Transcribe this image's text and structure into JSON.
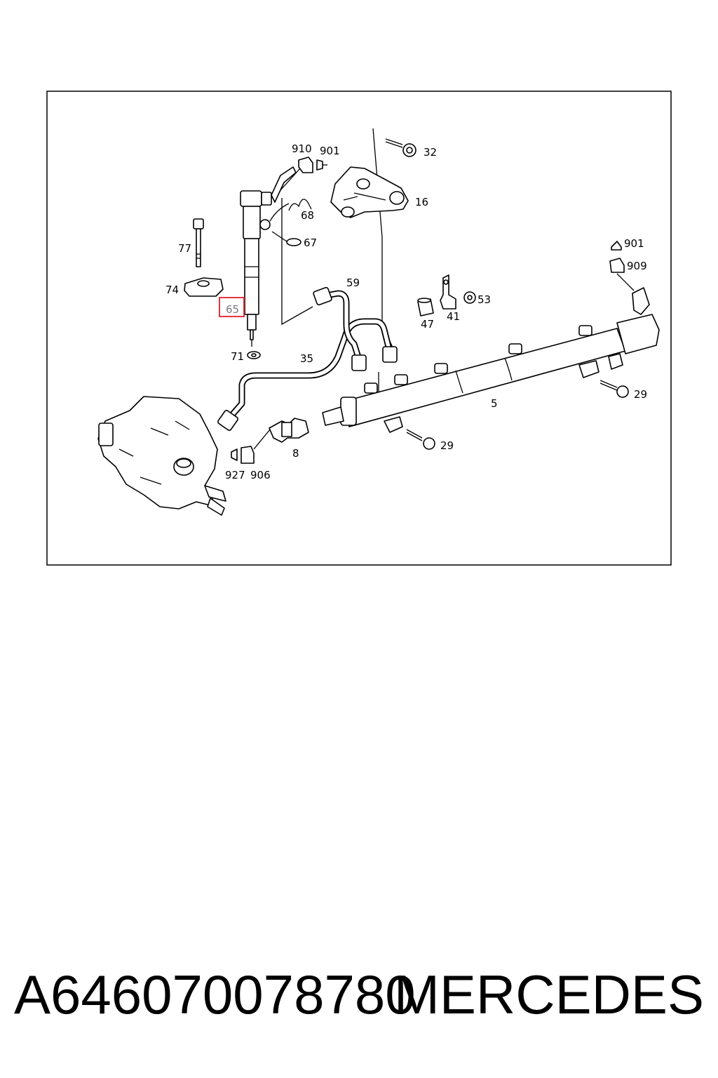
{
  "diagram": {
    "labels": {
      "l910": "910",
      "l901a": "901",
      "l32": "32",
      "l16": "16",
      "l68": "68",
      "l67": "67",
      "l77": "77",
      "l74": "74",
      "l65": "65",
      "l59": "59",
      "l71": "71",
      "l35": "35",
      "l47": "47",
      "l41": "41",
      "l53": "53",
      "l901b": "901",
      "l909": "909",
      "l5": "5",
      "l29a": "29",
      "l29b": "29",
      "l8": "8",
      "l927": "927",
      "l906": "906"
    },
    "highlight_color": "#e0202a",
    "highlight_text_color": "#7a7a8a"
  },
  "footer": {
    "part_number": "A646070078780",
    "brand": "MERCEDES"
  }
}
